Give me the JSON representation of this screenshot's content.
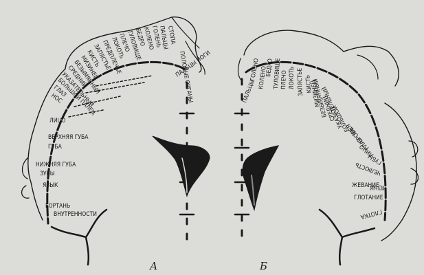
{
  "background_color": "#dcdcd8",
  "ink_color": "#1a1a1a",
  "diagram_a": {
    "caption": "А",
    "labels": [
      "СТОПА",
      "ПАЛЬЦЫ",
      "ГОЛЕНЬ",
      "КОЛЕНО",
      "БЕДРО",
      "ТУЛОВИЩЕ",
      "ПЛЕЧО",
      "ЛОКОТЬ",
      "ПРЕДПЛЕЧЬЕ",
      "ЗАПЯСТЬЕ",
      "КИСТЬ",
      "МИЗИНЕЦ",
      "БЕЗЫМЯННЫЙ",
      "СРЕДНИЙ",
      "УКАЗАТЕЛЬНЫЙ",
      "БОЛЬШОЙ ПАЛЕЦ",
      "ГЛАЗ",
      "НОС",
      "ЛИЦО",
      "ВЕРХНЯЯ ГУБА",
      "ГУБА",
      "НИЖНЯЯ ГУБА",
      "ЗУБЫ",
      "ЯЗЫК",
      "ГОРТАНЬ",
      "ВНУТРЕННОСТИ",
      "ПОЛОВЫЕ ОРГАНЫ",
      "ПАЛЬЦЫ НОГИ"
    ]
  },
  "diagram_b": {
    "caption": "Б",
    "labels": [
      "ПАЛЬЦЫ",
      "ГОЛЕНО",
      "КОЛЕНО",
      "БЕДРО",
      "ТУЛОВИЩЕ",
      "ПЛЕЧО",
      "ЛОКОТЬ",
      "ЗАПЯСТЬЕ",
      "КИСТЬ",
      "МИЗИНЕЦ",
      "БЕЗЫМЯННЫЙ",
      "СРЕДНИЙ",
      "УКАЗАТЕЛЬНЫЙ",
      "БОЛЬШОЙ",
      "ШЕЯ",
      "БРОВЬ",
      "ГЛАЗ",
      "ЛИЦО",
      "ГУБЫ",
      "ЧЕЛЮСТЬ",
      "ЯЗЫК",
      "ГЛОТКА",
      "ЖЕВАНИЕ",
      "ГЛОТАНИЕ"
    ]
  }
}
